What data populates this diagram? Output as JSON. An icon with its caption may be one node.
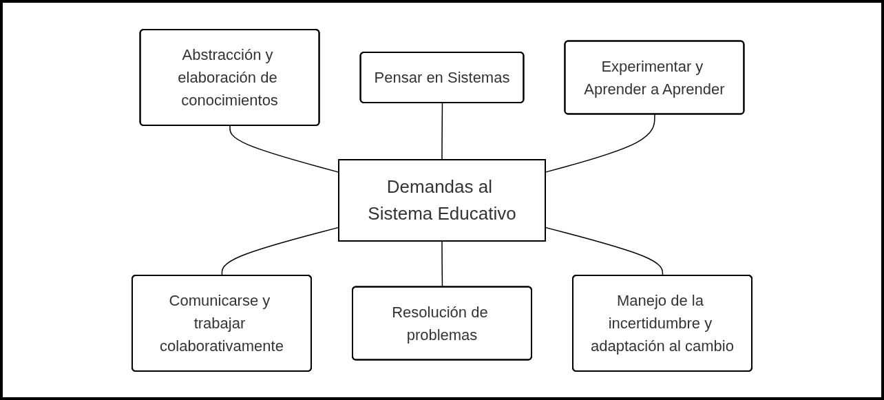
{
  "diagram": {
    "nodes": [
      {
        "text": [
          "Abstracción y elaboración de conocimientos"
        ]
      },
      {
        "text": [
          "Pensar en Sistemas"
        ]
      },
      {
        "text": [
          "Experimentar y Aprender a Aprender"
        ]
      },
      {
        "text": [
          "Demandas al Sistema Educativo"
        ]
      },
      {
        "text": [
          "Comunicarse y trabajar colaborativamente"
        ]
      },
      {
        "text": [
          "Resolución de problemas"
        ]
      },
      {
        "text": [
          "Manejo de la incertidumbre y adaptación al cambio"
        ]
      }
    ],
    "edges": [
      {
        "from": 0,
        "to": 3,
        "arrow": "none"
      },
      {
        "from": 1,
        "to": 3,
        "arrow": "none"
      },
      {
        "from": 2,
        "to": 3,
        "arrow": "none"
      },
      {
        "from": 3,
        "to": 4,
        "arrow": "none"
      },
      {
        "from": 3,
        "to": 5,
        "arrow": "none"
      },
      {
        "from": 3,
        "to": 6,
        "arrow": "none"
      }
    ]
  }
}
